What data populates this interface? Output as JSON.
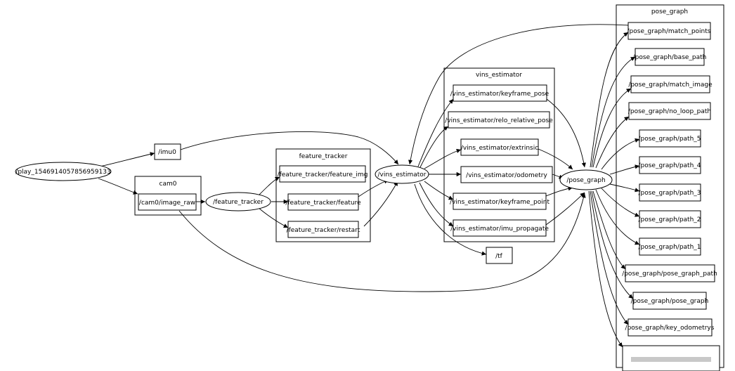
{
  "clusters": {
    "cam0": "cam0",
    "feature_tracker": "feature_tracker",
    "vins_estimator": "vins_estimator",
    "pose_graph": "pose_graph"
  },
  "nodes": {
    "play": "/play_1546914057856959133",
    "imu0": "/imu0",
    "cam0_image_raw": "/cam0/image_raw",
    "feature_tracker": "/feature_tracker",
    "ft_feature_img": "/feature_tracker/feature_img",
    "ft_feature": "/feature_tracker/feature",
    "ft_restart": "/feature_tracker/restart",
    "vins_estimator": "/vins_estimator",
    "ve_keyframe_pose": "/vins_estimator/keyframe_pose",
    "ve_relo_relative_pose": "/vins_estimator/relo_relative_pose",
    "ve_extrinsic": "/vins_estimator/extrinsic",
    "ve_odometry": "/vins_estimator/odometry",
    "ve_keyframe_point": "/vins_estimator/keyframe_point",
    "ve_imu_propagate": "/vins_estimator/imu_propagate",
    "tf": "/tf",
    "pose_graph": "/pose_graph",
    "pg_match_points": "/pose_graph/match_points",
    "pg_base_path": "/pose_graph/base_path",
    "pg_match_image": "/pose_graph/match_image",
    "pg_no_loop_path": "/pose_graph/no_loop_path",
    "pg_path_5": "/pose_graph/path_5",
    "pg_path_4": "/pose_graph/path_4",
    "pg_path_3": "/pose_graph/path_3",
    "pg_path_2": "/pose_graph/path_2",
    "pg_path_1": "/pose_graph/path_1",
    "pg_pose_graph_path": "/pose_graph/pose_graph_path",
    "pg_pose_graph": "/pose_graph/pose_graph",
    "pg_key_odometrys": "/pose_graph/key_odometrys"
  },
  "edges": [
    [
      "play",
      "imu0"
    ],
    [
      "play",
      "cam0_image_raw"
    ],
    [
      "imu0",
      "vins_estimator"
    ],
    [
      "cam0_image_raw",
      "feature_tracker"
    ],
    [
      "cam0_image_raw",
      "pose_graph"
    ],
    [
      "feature_tracker",
      "ft_feature_img"
    ],
    [
      "feature_tracker",
      "ft_feature"
    ],
    [
      "feature_tracker",
      "ft_restart"
    ],
    [
      "ft_feature",
      "vins_estimator"
    ],
    [
      "ft_restart",
      "vins_estimator"
    ],
    [
      "vins_estimator",
      "ve_keyframe_pose"
    ],
    [
      "vins_estimator",
      "ve_relo_relative_pose"
    ],
    [
      "vins_estimator",
      "ve_extrinsic"
    ],
    [
      "vins_estimator",
      "ve_odometry"
    ],
    [
      "vins_estimator",
      "ve_keyframe_point"
    ],
    [
      "vins_estimator",
      "ve_imu_propagate"
    ],
    [
      "vins_estimator",
      "tf"
    ],
    [
      "ve_keyframe_pose",
      "pose_graph"
    ],
    [
      "ve_extrinsic",
      "pose_graph"
    ],
    [
      "ve_odometry",
      "pose_graph"
    ],
    [
      "ve_keyframe_point",
      "pose_graph"
    ],
    [
      "ve_imu_propagate",
      "pose_graph"
    ],
    [
      "pg_match_points",
      "vins_estimator"
    ],
    [
      "pose_graph",
      "pg_match_points"
    ],
    [
      "pose_graph",
      "pg_base_path"
    ],
    [
      "pose_graph",
      "pg_match_image"
    ],
    [
      "pose_graph",
      "pg_no_loop_path"
    ],
    [
      "pose_graph",
      "pg_path_5"
    ],
    [
      "pose_graph",
      "pg_path_4"
    ],
    [
      "pose_graph",
      "pg_path_3"
    ],
    [
      "pose_graph",
      "pg_path_2"
    ],
    [
      "pose_graph",
      "pg_path_1"
    ],
    [
      "pose_graph",
      "pg_pose_graph_path"
    ],
    [
      "pose_graph",
      "pg_pose_graph"
    ],
    [
      "pose_graph",
      "pg_key_odometrys"
    ]
  ]
}
